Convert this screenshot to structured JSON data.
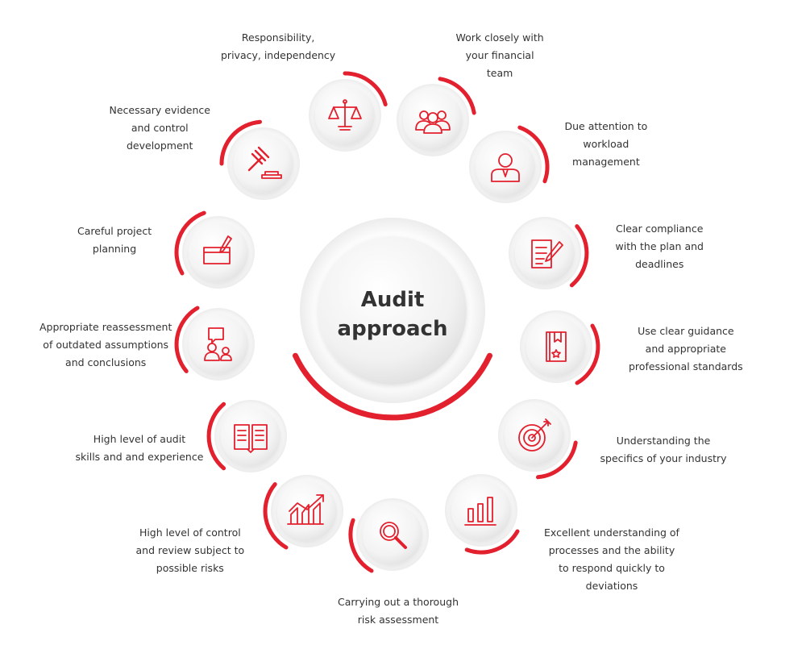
{
  "center": {
    "title_line1": "Audit",
    "title_line2": "approach"
  },
  "colors": {
    "accent": "#e3202e",
    "icon": "#e3202e",
    "text": "#333333",
    "node": "#f0f0f0"
  },
  "nodes": [
    {
      "id": "responsibility",
      "icon": "scales-icon",
      "label": "Responsibility,\nprivacy, independency"
    },
    {
      "id": "financial-team",
      "icon": "team-icon",
      "label": "Work closely with\nyour financial\nteam"
    },
    {
      "id": "workload",
      "icon": "person-icon",
      "label": "Due attention to\nworkload\nmanagement"
    },
    {
      "id": "compliance",
      "icon": "document-pen-icon",
      "label": "Clear compliance\nwith the plan and\ndeadlines"
    },
    {
      "id": "guidance",
      "icon": "book-bookmark-icon",
      "label": "Use clear guidance\nand appropriate\nprofessional standards"
    },
    {
      "id": "industry",
      "icon": "target-icon",
      "label": "Understanding the\nspecifics of your industry"
    },
    {
      "id": "processes",
      "icon": "bar-chart-icon",
      "label": "Excellent understanding of\nprocesses and the ability\nto respond quickly to\ndeviations"
    },
    {
      "id": "risk-assessment",
      "icon": "magnifier-icon",
      "label": "Carrying out a thorough\nrisk assessment"
    },
    {
      "id": "control-review",
      "icon": "growth-chart-icon",
      "label": "High level of control\nand review subject to\npossible risks"
    },
    {
      "id": "audit-skills",
      "icon": "open-book-icon",
      "label": "High level of audit\nskills and and experience"
    },
    {
      "id": "reassessment",
      "icon": "discussion-icon",
      "label": "Appropriate reassessment\nof outdated assumptions\nand conclusions"
    },
    {
      "id": "planning",
      "icon": "laptop-pen-icon",
      "label": "Careful project\nplanning"
    },
    {
      "id": "evidence",
      "icon": "gavel-icon",
      "label": "Necessary evidence\nand control\ndevelopment"
    }
  ]
}
